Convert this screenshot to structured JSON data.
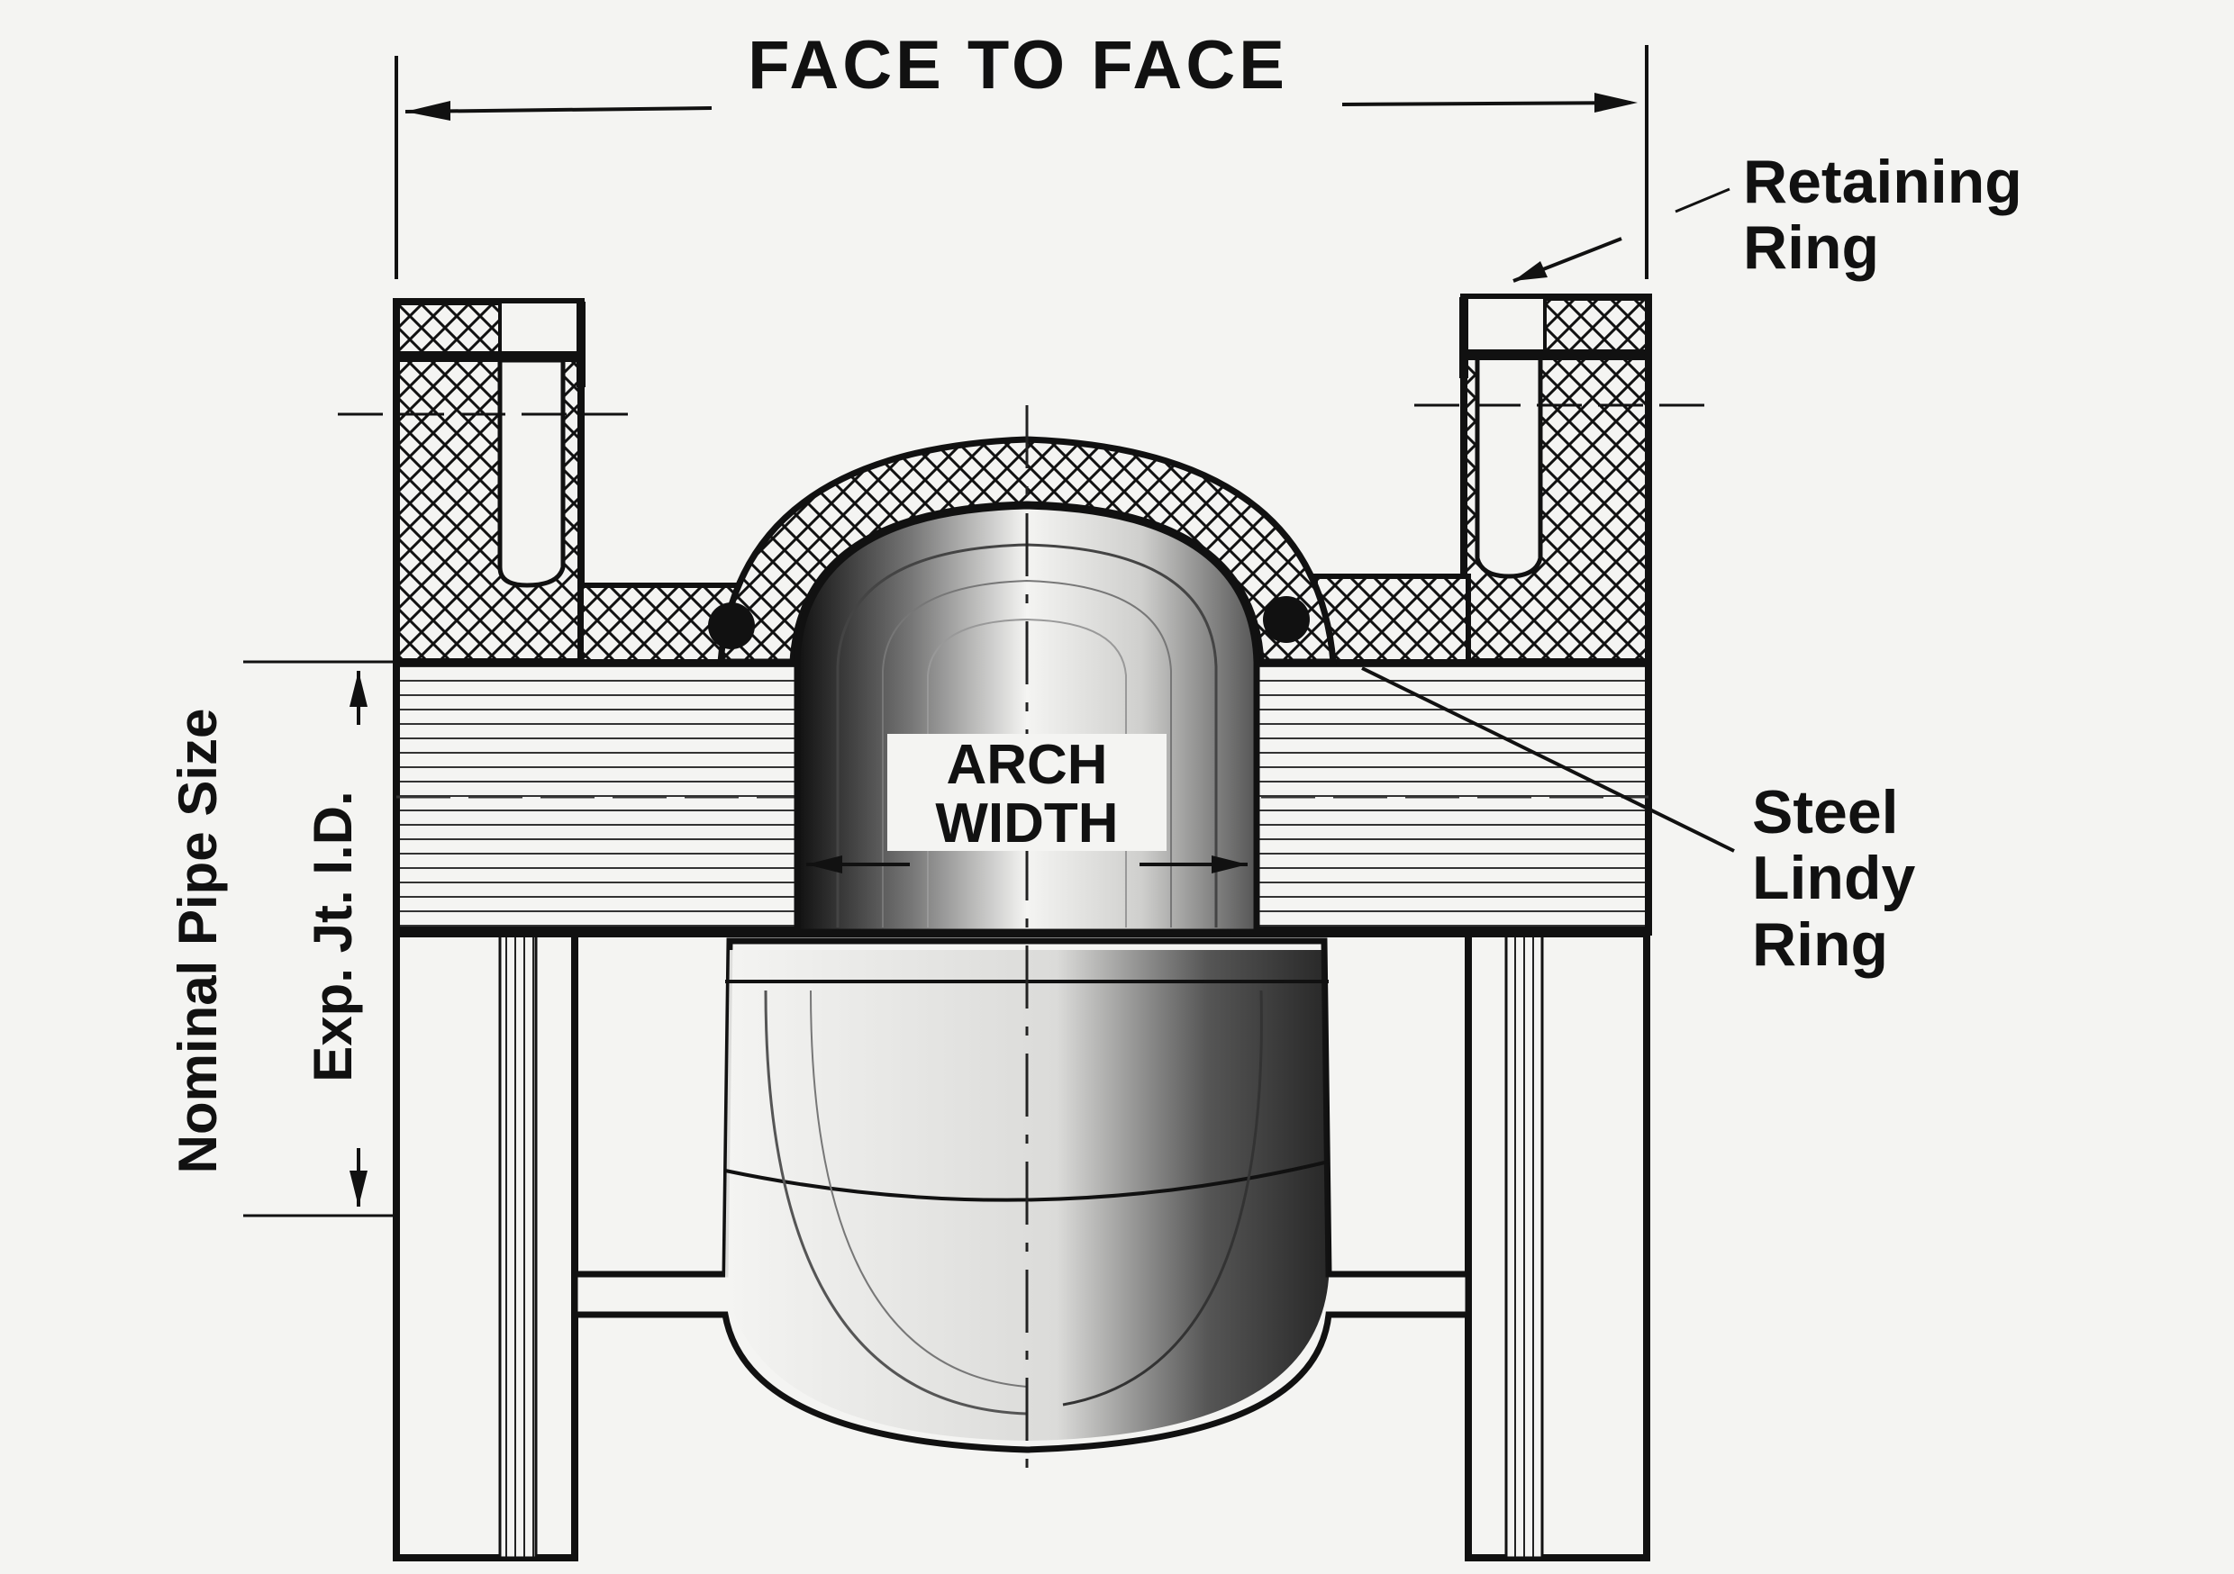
{
  "labels": {
    "face_to_face": "FACE TO FACE",
    "retaining_ring_line1": "Retaining",
    "retaining_ring_line2": "Ring",
    "arch_width_line1": "ARCH",
    "arch_width_line2": "WIDTH",
    "steel_ring_line1": "Steel",
    "steel_ring_line2": "Lindy",
    "steel_ring_line3": "Ring",
    "nominal_pipe_size": "Nominal Pipe Size",
    "exp_jt_id": "Exp. Jt. I.D."
  },
  "colors": {
    "ink": "#111111",
    "paper": "#f4f4f2"
  }
}
